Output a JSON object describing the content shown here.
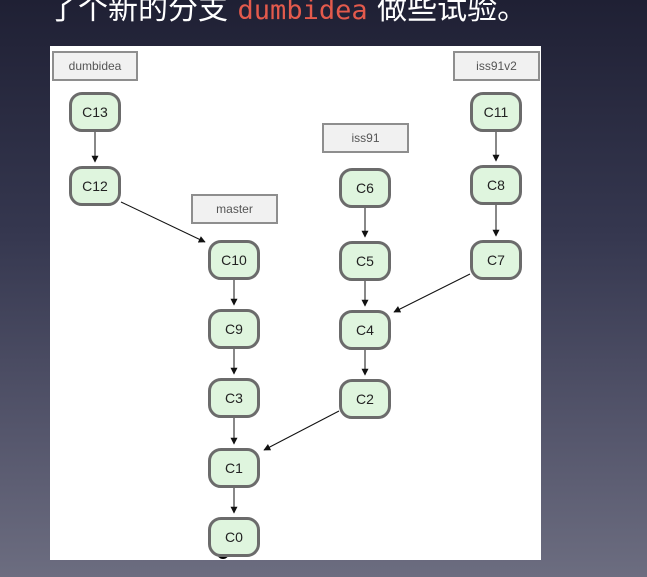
{
  "slide": {
    "text_before": "了个新的分支 ",
    "code": "dumbidea",
    "text_after": " 做些试验。"
  },
  "diagram": {
    "labels": {
      "dumbidea": "dumbidea",
      "master": "master",
      "iss91": "iss91",
      "iss91v2": "iss91v2"
    },
    "commits": {
      "C0": "C0",
      "C1": "C1",
      "C2": "C2",
      "C3": "C3",
      "C4": "C4",
      "C5": "C5",
      "C6": "C6",
      "C7": "C7",
      "C8": "C8",
      "C9": "C9",
      "C10": "C10",
      "C11": "C11",
      "C12": "C12",
      "C13": "C13"
    },
    "colors": {
      "commit_fill": "#dff5de",
      "commit_border": "#6b6b6b",
      "label_fill": "#f1f1f1",
      "label_border": "#8e8e8e",
      "code_text": "#e35a4c"
    }
  }
}
